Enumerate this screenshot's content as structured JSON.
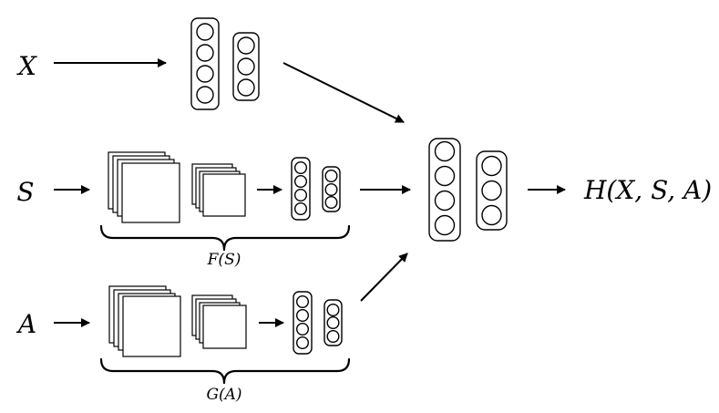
{
  "labels": {
    "input_x": "X",
    "input_s": "S",
    "input_a": "A",
    "output": "H(X, S, A)",
    "brace_s": "F(S)",
    "brace_a": "G(A)"
  },
  "structure": {
    "x_branch_dense_layers": [
      4,
      3
    ],
    "s_branch_conv_stacks": 2,
    "s_branch_dense_layers": [
      4,
      3
    ],
    "a_branch_conv_stacks": 2,
    "a_branch_dense_layers": [
      4,
      3
    ],
    "merged_dense_layers": [
      4,
      3
    ]
  }
}
